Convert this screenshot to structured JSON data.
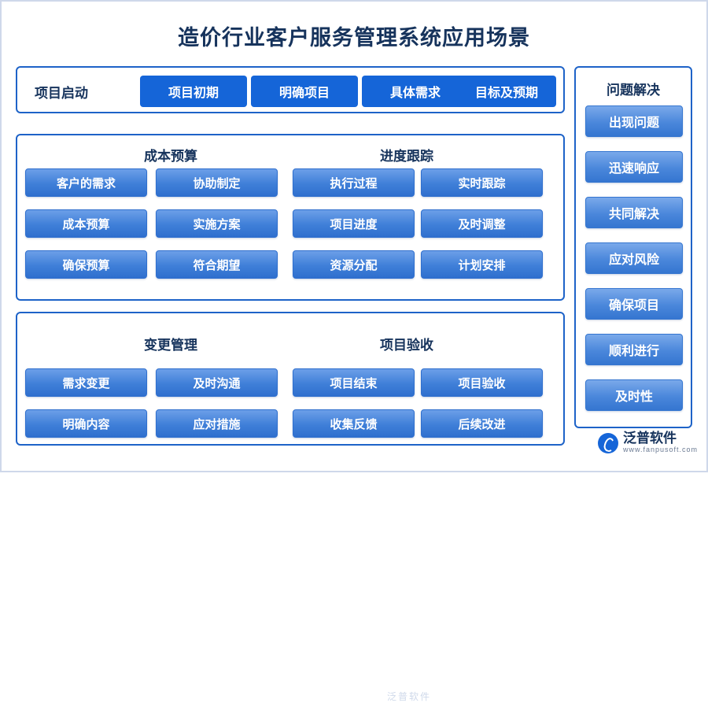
{
  "page": {
    "title": "造价行业客户服务管理系统应用场景",
    "watermark": "泛普软件"
  },
  "start_panel": {
    "lead_label": "项目启动",
    "buttons": [
      "项目初期",
      "明确项目",
      "具体需求",
      "目标及预期"
    ]
  },
  "mid_panel": {
    "groups": [
      {
        "heading": "成本预算",
        "cells": [
          "客户的需求",
          "协助制定",
          "成本预算",
          "实施方案",
          "确保预算",
          "符合期望"
        ]
      },
      {
        "heading": "进度跟踪",
        "cells": [
          "执行过程",
          "实时跟踪",
          "项目进度",
          "及时调整",
          "资源分配",
          "计划安排"
        ]
      }
    ]
  },
  "bottom_panel": {
    "groups": [
      {
        "heading": "变更管理",
        "cells": [
          "需求变更",
          "及时沟通",
          "明确内容",
          "应对措施"
        ]
      },
      {
        "heading": "项目验收",
        "cells": [
          "项目结束",
          "项目验收",
          "收集反馈",
          "后续改进"
        ]
      }
    ]
  },
  "right_panel": {
    "heading": "问题解决",
    "cells": [
      "出现问题",
      "迅速响应",
      "共同解决",
      "应对风险",
      "确保项目",
      "顺利进行",
      "及时性"
    ]
  },
  "logo": {
    "name_cn": "泛普软件",
    "name_en": "www.fanpusoft.com"
  },
  "colors": {
    "accent": "#1565d8",
    "panel_border": "#1e63c8",
    "title_text": "#16335c"
  }
}
